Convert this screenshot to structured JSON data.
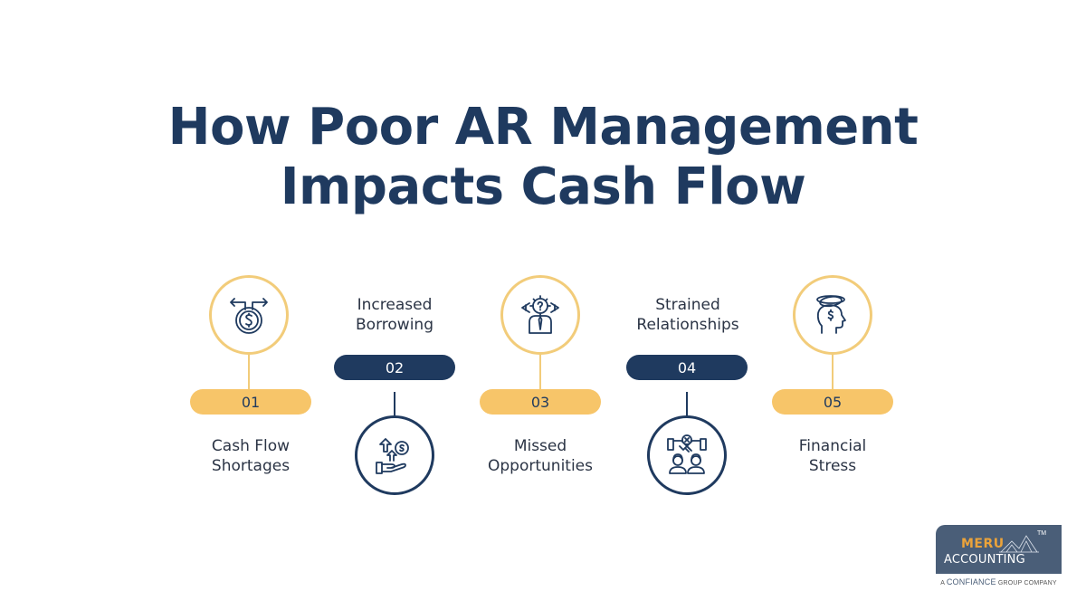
{
  "title": {
    "line1": "How Poor AR Management",
    "line2": "Impacts Cash Flow"
  },
  "colors": {
    "navy": "#1f3a5f",
    "gold": "#f7c569",
    "gold_outline": "#f2cc7a",
    "text": "#2b3445"
  },
  "steps": [
    {
      "number": "01",
      "label_line1": "Cash Flow",
      "label_line2": "Shortages",
      "icon": "dollar-diverging-arrows-icon",
      "style": "gold",
      "position": "icon-top"
    },
    {
      "number": "02",
      "label_line1": "Increased",
      "label_line2": "Borrowing",
      "icon": "hand-dollar-up-arrows-icon",
      "style": "navy",
      "position": "icon-bottom"
    },
    {
      "number": "03",
      "label_line1": "Missed",
      "label_line2": "Opportunities",
      "icon": "person-question-gear-icon",
      "style": "gold",
      "position": "icon-top"
    },
    {
      "number": "04",
      "label_line1": "Strained",
      "label_line2": "Relationships",
      "icon": "handshake-people-icon",
      "style": "navy",
      "position": "icon-bottom"
    },
    {
      "number": "05",
      "label_line1": "Financial",
      "label_line2": "Stress",
      "icon": "head-dollar-stress-icon",
      "style": "gold",
      "position": "icon-top"
    }
  ],
  "logo": {
    "brand_top": "MERU",
    "brand_bottom": "ACCOUNTING",
    "trademark": "TM",
    "tagline_prefix": "A",
    "tagline_brand": "CONFIANCE",
    "tagline_suffix": "GROUP COMPANY"
  }
}
